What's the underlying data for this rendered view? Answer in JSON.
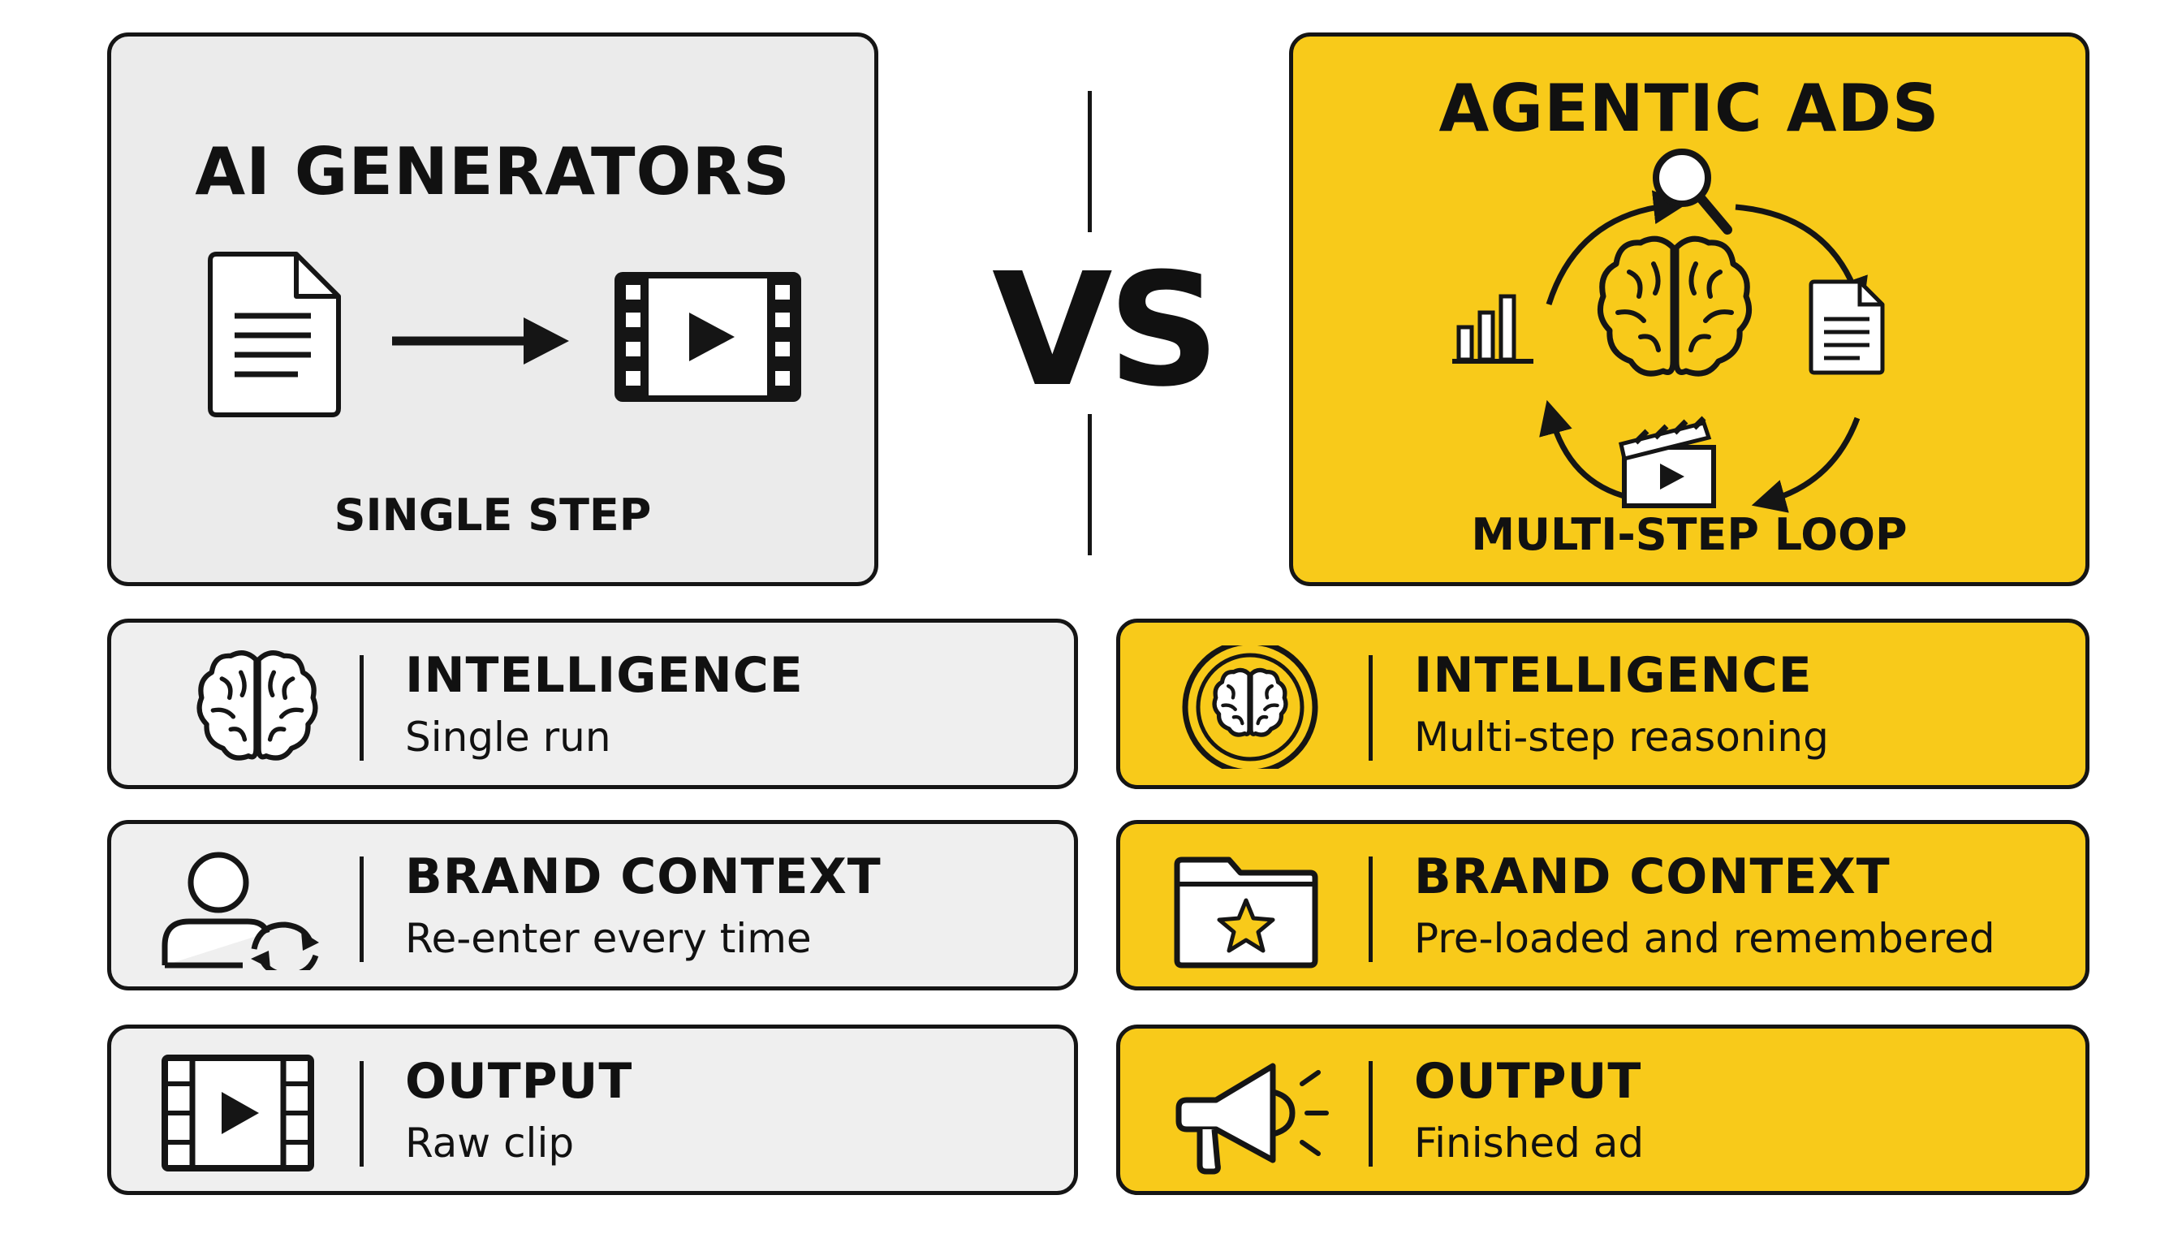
{
  "left_panel": {
    "title": "AI GENERATORS",
    "subtitle": "SINGLE STEP",
    "icons": [
      "document-icon",
      "arrow-right-icon",
      "video-film-icon"
    ]
  },
  "vs_label": "VS",
  "right_panel": {
    "title": "AGENTIC ADS",
    "subtitle": "MULTI-STEP LOOP",
    "icons": [
      "brain-icon",
      "magnifier-icon",
      "document-icon",
      "clapperboard-icon",
      "bar-chart-icon",
      "cycle-arrows-icon"
    ]
  },
  "left_rows": [
    {
      "title": "INTELLIGENCE",
      "desc": "Single run",
      "icon": "brain-icon"
    },
    {
      "title": "BRAND CONTEXT",
      "desc": "Re-enter every time",
      "icon": "user-refresh-icon"
    },
    {
      "title": "OUTPUT",
      "desc": "Raw clip",
      "icon": "video-film-icon"
    }
  ],
  "right_rows": [
    {
      "title": "INTELLIGENCE",
      "desc": "Multi-step reasoning",
      "icon": "brain-circle-icon"
    },
    {
      "title": "BRAND CONTEXT",
      "desc": "Pre-loaded and remembered",
      "icon": "folder-star-icon"
    },
    {
      "title": "OUTPUT",
      "desc": "Finished ad",
      "icon": "megaphone-icon"
    }
  ],
  "colors": {
    "accent": "#f8ca1a",
    "neutral": "#ebebeb",
    "ink": "#151515"
  }
}
